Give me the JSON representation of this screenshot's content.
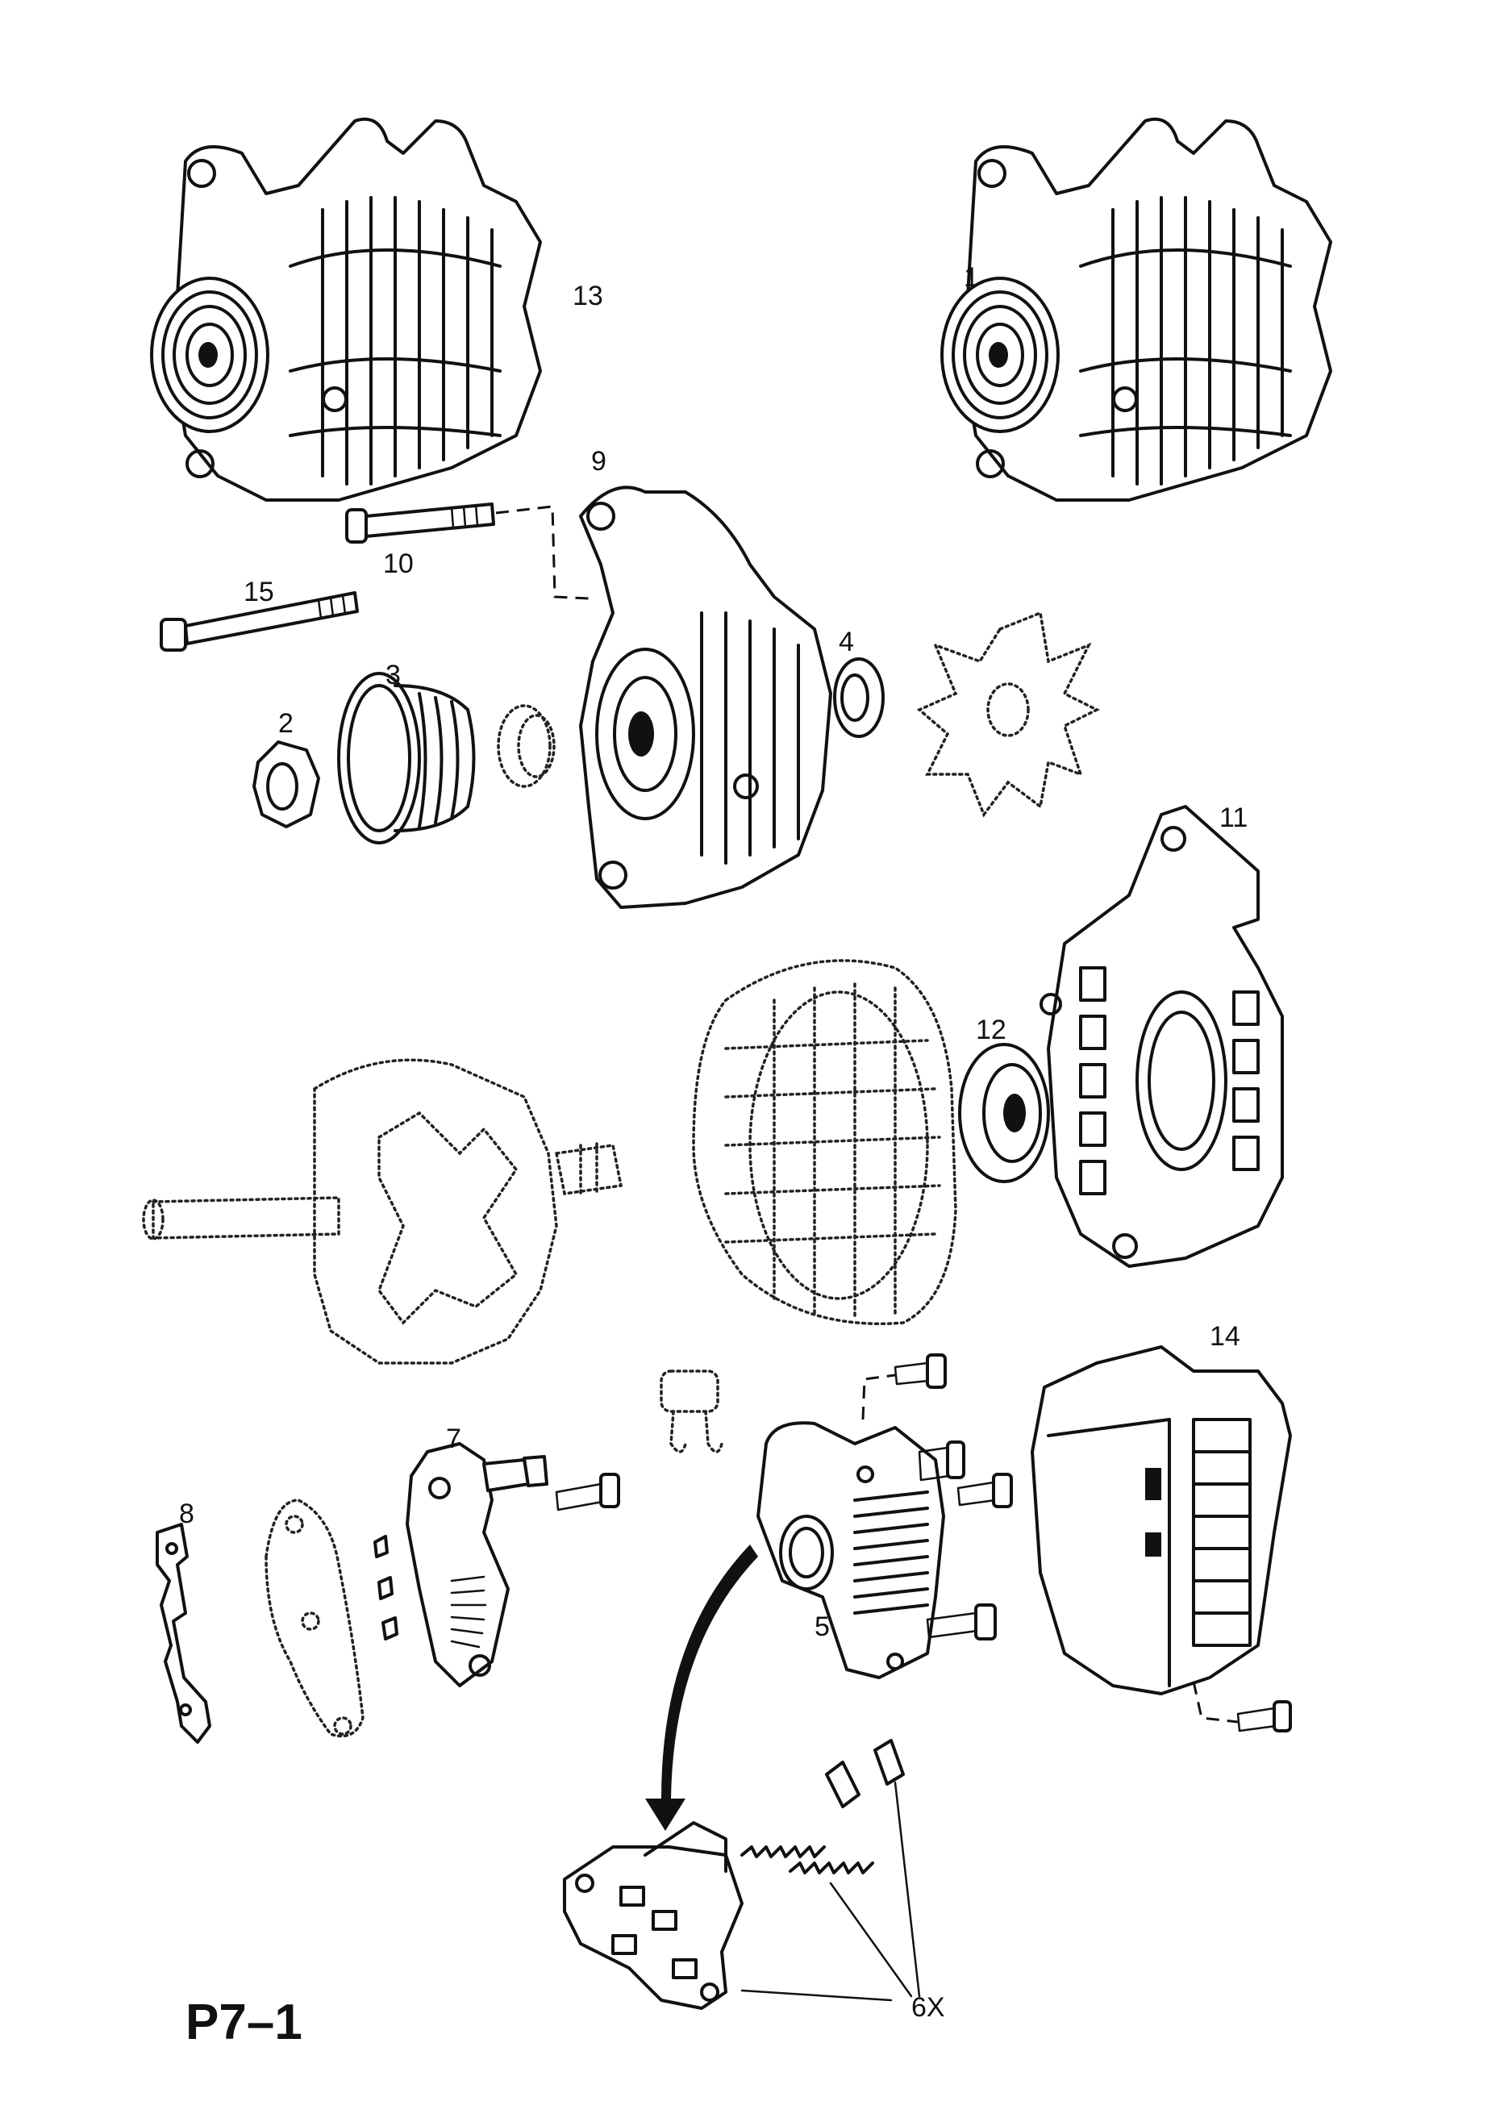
{
  "labels": {
    "l1": "1",
    "l2": "2",
    "l3": "3",
    "l4": "4",
    "l5": "5",
    "l6x": "6X",
    "l7": "7",
    "l8": "8",
    "l9": "9",
    "l10": "10",
    "l11": "11",
    "l12": "12",
    "l13": "13",
    "l14": "14",
    "l15": "15"
  },
  "page_code": "P7–1",
  "colors": {
    "ink": "#111111",
    "paper": "#ffffff"
  }
}
